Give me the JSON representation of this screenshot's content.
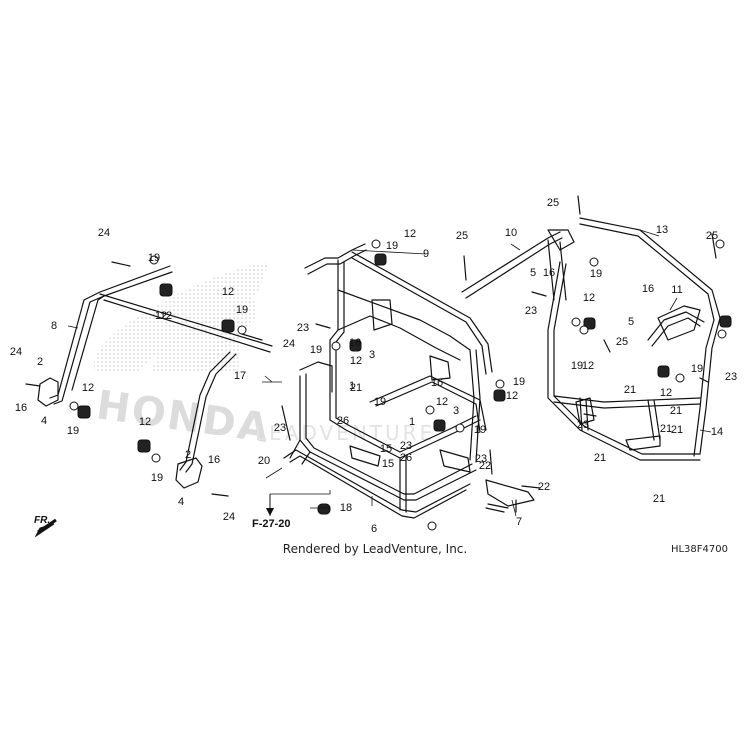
{
  "diagram": {
    "caption": "Rendered by LeadVenture, Inc.",
    "diagram_code": "HL38F4700",
    "reference": "F-27-20",
    "direction": "FR.",
    "callouts": [
      "1",
      "1",
      "2",
      "2",
      "3",
      "3",
      "4",
      "4",
      "5",
      "5",
      "6",
      "7",
      "8",
      "9",
      "10",
      "11",
      "12",
      "12",
      "12",
      "12",
      "12",
      "12",
      "12",
      "12",
      "12",
      "12",
      "12",
      "12",
      "13",
      "14",
      "15",
      "15",
      "16",
      "16",
      "16",
      "16",
      "16",
      "16",
      "17",
      "18",
      "19",
      "19",
      "19",
      "19",
      "19",
      "19",
      "19",
      "19",
      "19",
      "19",
      "19",
      "19",
      "20",
      "21",
      "21",
      "21",
      "21",
      "21",
      "21",
      "21",
      "22",
      "22",
      "23",
      "23",
      "23",
      "23",
      "23",
      "23",
      "23",
      "24",
      "24",
      "24",
      "24",
      "25",
      "25",
      "25",
      "25",
      "26",
      "26"
    ]
  }
}
